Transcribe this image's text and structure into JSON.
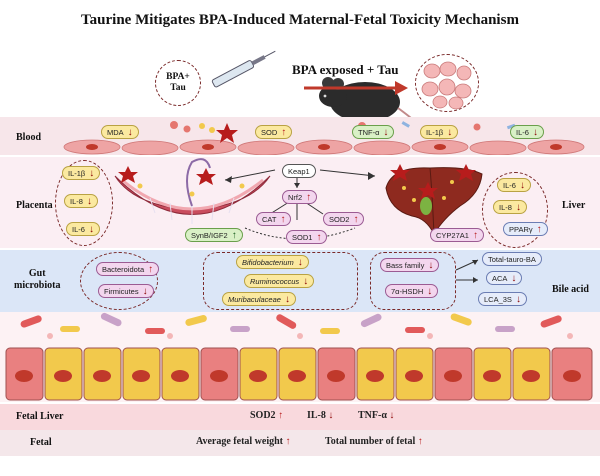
{
  "title": "Taurine Mitigates BPA-Induced Maternal-Fetal Toxicity Mechanism",
  "mouse_label": "BPA+\nTau",
  "exposure_label": "BPA exposed + Tau",
  "rows": {
    "blood": "Blood",
    "placenta": "Placenta",
    "gut": "Gut\nmicrobiota",
    "liver": "Liver",
    "bile": "Bile acid",
    "fetal_liver": "Fetal Liver",
    "fetal": "Fetal"
  },
  "blood_markers": [
    {
      "label": "MDA",
      "dir": "↓"
    },
    {
      "label": "SOD",
      "dir": "↑"
    },
    {
      "label": "TNF-α",
      "dir": "↓"
    },
    {
      "label": "IL-1β",
      "dir": "↓"
    },
    {
      "label": "IL-6",
      "dir": "↓"
    }
  ],
  "placenta_markers": [
    {
      "label": "IL-1β",
      "dir": "↓"
    },
    {
      "label": "IL-8",
      "dir": "↓"
    },
    {
      "label": "IL-6",
      "dir": "↓"
    }
  ],
  "synb": {
    "label": "SynB/IGF2",
    "dir": "↑"
  },
  "pathway": {
    "keap1": "Keap1",
    "nrf2": "Nrf2",
    "cat": "CAT",
    "sod2": "SOD2",
    "sod1": "SOD1",
    "arrow": "↑"
  },
  "cyp": {
    "label": "CYP27A1",
    "dir": "↑"
  },
  "liver_markers": [
    {
      "label": "IL-6",
      "dir": "↓"
    },
    {
      "label": "IL-8",
      "dir": "↓"
    },
    {
      "label": "PPARγ",
      "dir": "↑"
    }
  ],
  "gut_left": [
    {
      "label": "Bacteroidota",
      "dir": "↑"
    },
    {
      "label": "Firmicutes",
      "dir": "↓"
    }
  ],
  "gut_mid": [
    {
      "label": "Bifidobacterium",
      "dir": "↓"
    },
    {
      "label": "Ruminococcus",
      "dir": "↓"
    },
    {
      "label": "Muribaculaceae",
      "dir": "↓"
    }
  ],
  "bile_mid": [
    {
      "label": "Bass family",
      "dir": "↓"
    },
    {
      "label": "7α-HSDH",
      "dir": "↓"
    }
  ],
  "bile_right": [
    {
      "label": "Total-tauro-BA",
      "dir": ""
    },
    {
      "label": "ACA",
      "dir": "↓"
    },
    {
      "label": "LCA_3S",
      "dir": "↓"
    }
  ],
  "fetal_liver_markers": [
    {
      "label": "SOD2",
      "dir": "↑"
    },
    {
      "label": "IL-8",
      "dir": "↓"
    },
    {
      "label": "TNF-α",
      "dir": "↓"
    }
  ],
  "fetal_markers": [
    {
      "label": "Average fetal weight",
      "dir": "↑"
    },
    {
      "label": "Total number of fetal",
      "dir": "↑"
    }
  ],
  "colors": {
    "blood_bg": "#f7e6ea",
    "placenta_bg": "#fbeef3",
    "gut_bg": "#dbe6f7",
    "lumen_bg": "#fdf2f4",
    "fetal_liver_bg": "#f9d9dd",
    "fetal_bg": "#f4e7ea",
    "red_cell": "#e06c6c",
    "yellow_cell": "#f2c94c"
  }
}
